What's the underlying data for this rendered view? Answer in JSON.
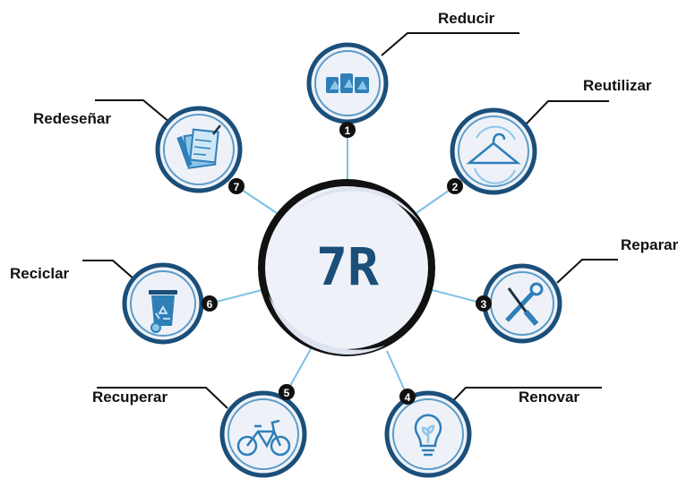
{
  "center": {
    "label": "7R"
  },
  "items": [
    {
      "num": "1",
      "label": "Reducir",
      "icon": "cans-icon"
    },
    {
      "num": "2",
      "label": "Reutilizar",
      "icon": "hanger-icon"
    },
    {
      "num": "3",
      "label": "Reparar",
      "icon": "tools-icon"
    },
    {
      "num": "4",
      "label": "Renovar",
      "icon": "lightbulb-icon"
    },
    {
      "num": "5",
      "label": "Recuperar",
      "icon": "bicycle-icon"
    },
    {
      "num": "6",
      "label": "Reciclar",
      "icon": "recycle-bin-icon"
    },
    {
      "num": "7",
      "label": "Redeseñar",
      "icon": "blueprint-icon"
    }
  ],
  "colors": {
    "ring_outer": "#1b4f7a",
    "ring_inner": "#5b9bc8",
    "spoke": "#7cc0e4",
    "icon": "#2f7fb8",
    "icon_light": "#8cc6e8",
    "fill": "#eef2f8"
  }
}
